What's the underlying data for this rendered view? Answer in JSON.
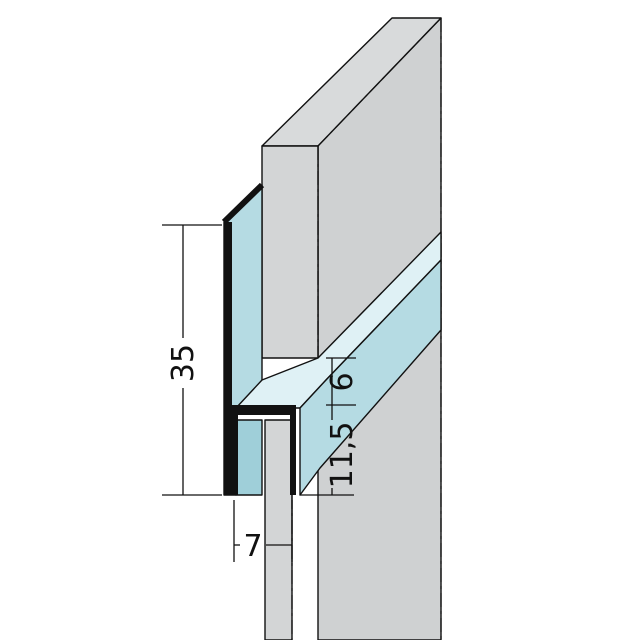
{
  "dimensions": {
    "height_total": "35",
    "lip_depth": "6",
    "channel_depth": "11,5",
    "channel_width": "7"
  },
  "colors": {
    "board": "#cfd1d2",
    "board_edge": "#b8bbbd",
    "profile": "#b5dbe3",
    "profile_light": "#dff1f5",
    "line": "#111111",
    "background": "#ffffff"
  }
}
